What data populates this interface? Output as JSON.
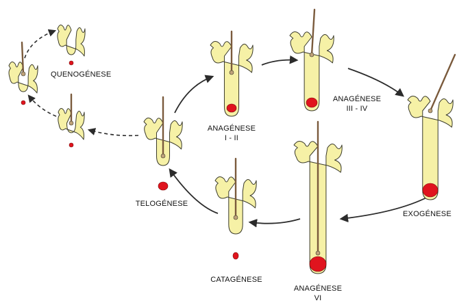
{
  "colors": {
    "follicle": "#f6f1a6",
    "outline": "#3a3a2a",
    "hair": "#7a5a3c",
    "papilla": "#e0141e",
    "arrow": "#2b2b2b",
    "background": "#ffffff"
  },
  "labels": {
    "quenogenese": "QUENOGÉNESE",
    "anagenese_1_2_a": "ANAGÉNESE",
    "anagenese_1_2_b": "I - II",
    "anagenese_3_4_a": "ANAGÉNESE",
    "anagenese_3_4_b": "III - IV",
    "exogenese": "EXOGÉNESE",
    "anagenese_6_a": "ANAGÉNESE",
    "anagenese_6_b": "VI",
    "catagenese": "CATAGÉNESE",
    "telogenese": "TELOGÉNESE"
  }
}
